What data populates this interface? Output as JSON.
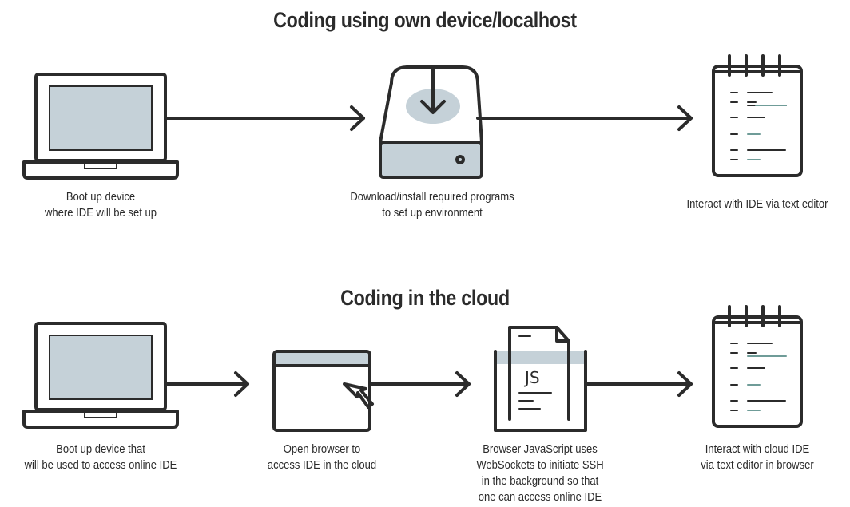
{
  "sections": [
    {
      "title": "Coding using own device/localhost",
      "steps": [
        {
          "icon": "laptop-icon",
          "lines": [
            "Boot up device",
            "where IDE will be set up"
          ]
        },
        {
          "icon": "download-drive-icon",
          "lines": [
            "Download/install required programs",
            "to set up environment"
          ]
        },
        {
          "icon": "notepad-icon",
          "lines": [
            "Interact with IDE via text editor"
          ]
        }
      ]
    },
    {
      "title": "Coding in the cloud",
      "steps": [
        {
          "icon": "laptop-icon",
          "lines": [
            "Boot up device that",
            "will be used to access online IDE"
          ]
        },
        {
          "icon": "browser-window-icon",
          "lines": [
            "Open browser to",
            "access IDE in the cloud"
          ]
        },
        {
          "icon": "javascript-file-icon",
          "file_label": "JS",
          "lines": [
            "Browser JavaScript uses",
            "WebSockets to initiate SSH",
            "in the background so that",
            "one can access online IDE"
          ]
        },
        {
          "icon": "notepad-icon",
          "lines": [
            "Interact with cloud IDE",
            "via text editor in browser"
          ]
        }
      ]
    }
  ],
  "colors": {
    "stroke": "#2b2b2b",
    "fill": "#c5d1d8",
    "accent": "#6f9c98"
  }
}
